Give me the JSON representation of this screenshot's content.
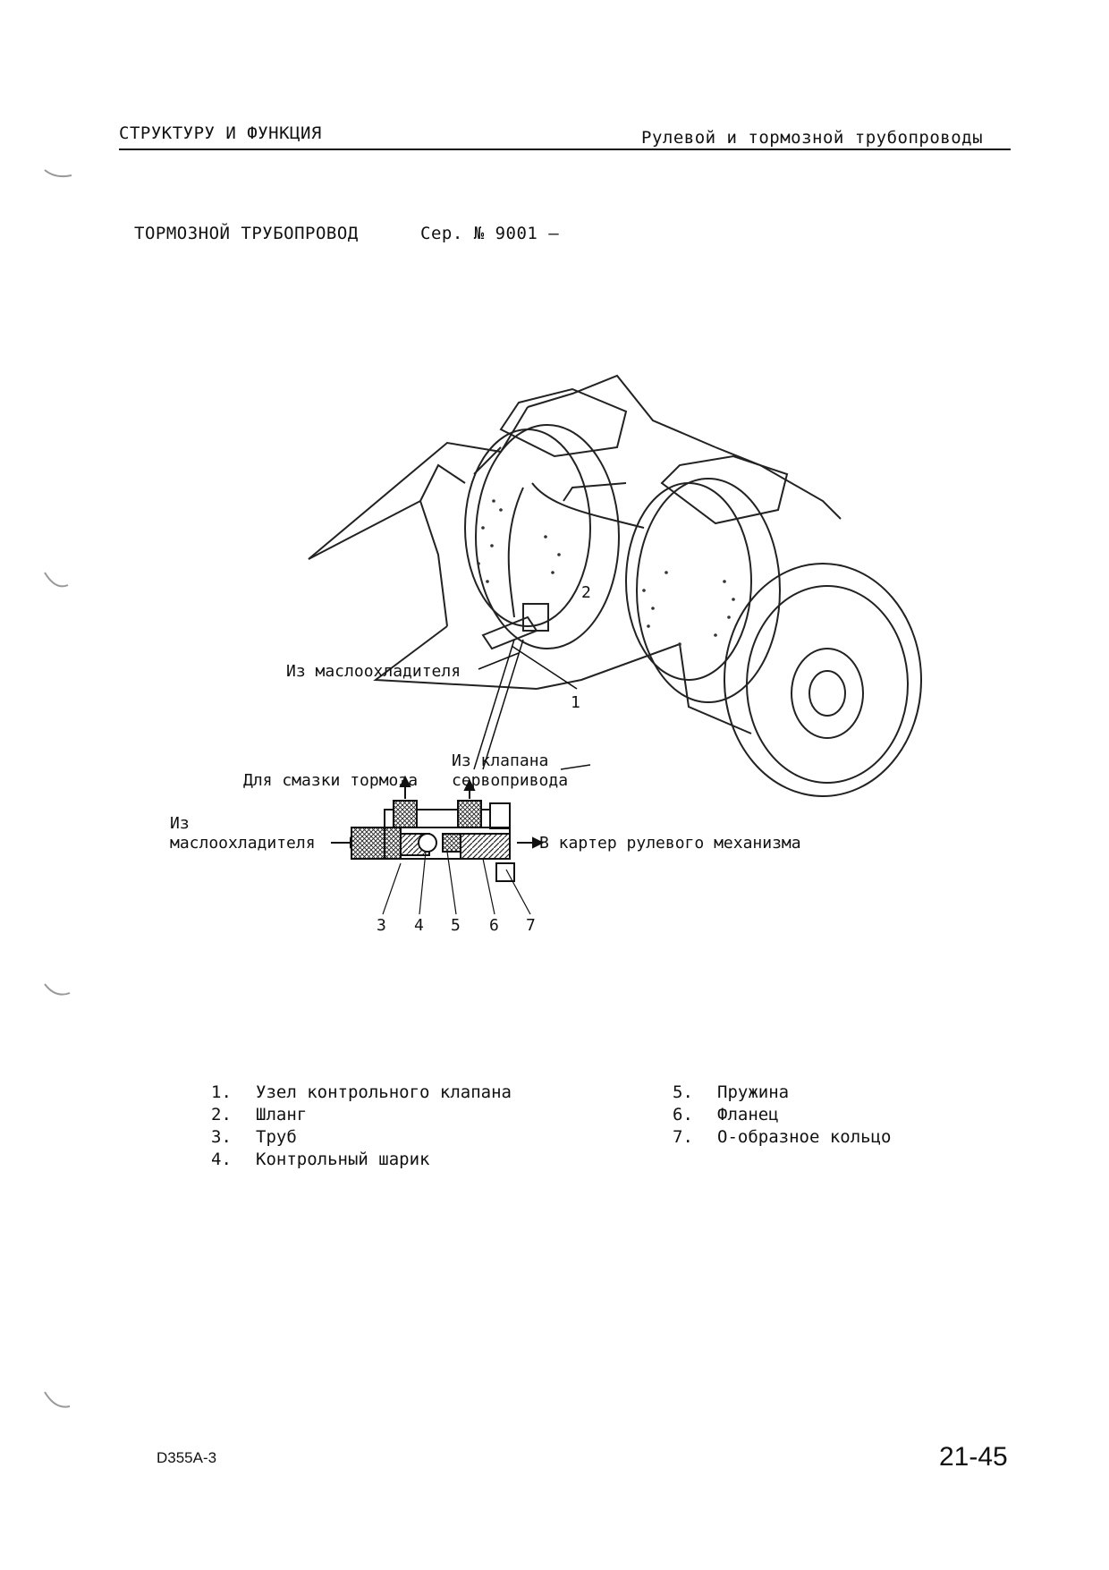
{
  "header": {
    "left": "СТРУКТУРУ И ФУНКЦИЯ",
    "right": "Рулевой и тормозной трубопроводы"
  },
  "section": {
    "title": "ТОРМОЗНОЙ ТРУБОПРОВОД",
    "serial": "Сер. № 9001 —"
  },
  "figure": {
    "label_from_cooler_top": "Из маслоохладителя",
    "label_from_valve": [
      "Из клапана",
      "сервопривода"
    ],
    "label_brake_lube": "Для смазки тормоза",
    "label_from_cooler_left": [
      "Из",
      "маслоохладителя"
    ],
    "label_to_case": "В картер рулевого механизма",
    "callouts_top": [
      "1",
      "2"
    ],
    "callouts_bottom": [
      "3",
      "4",
      "5",
      "6",
      "7"
    ]
  },
  "legend": {
    "left": [
      {
        "num": "1.",
        "text": "Узел контрольного клапана"
      },
      {
        "num": "2.",
        "text": "Шланг"
      },
      {
        "num": "3.",
        "text": "Труб"
      },
      {
        "num": "4.",
        "text": "Контрольный шарик"
      }
    ],
    "right": [
      {
        "num": "5.",
        "text": "Пружина"
      },
      {
        "num": "6.",
        "text": "Фланец"
      },
      {
        "num": "7.",
        "text": "О-образное кольцо"
      }
    ]
  },
  "footer": {
    "model": "D355A-3",
    "page": "21-45"
  }
}
